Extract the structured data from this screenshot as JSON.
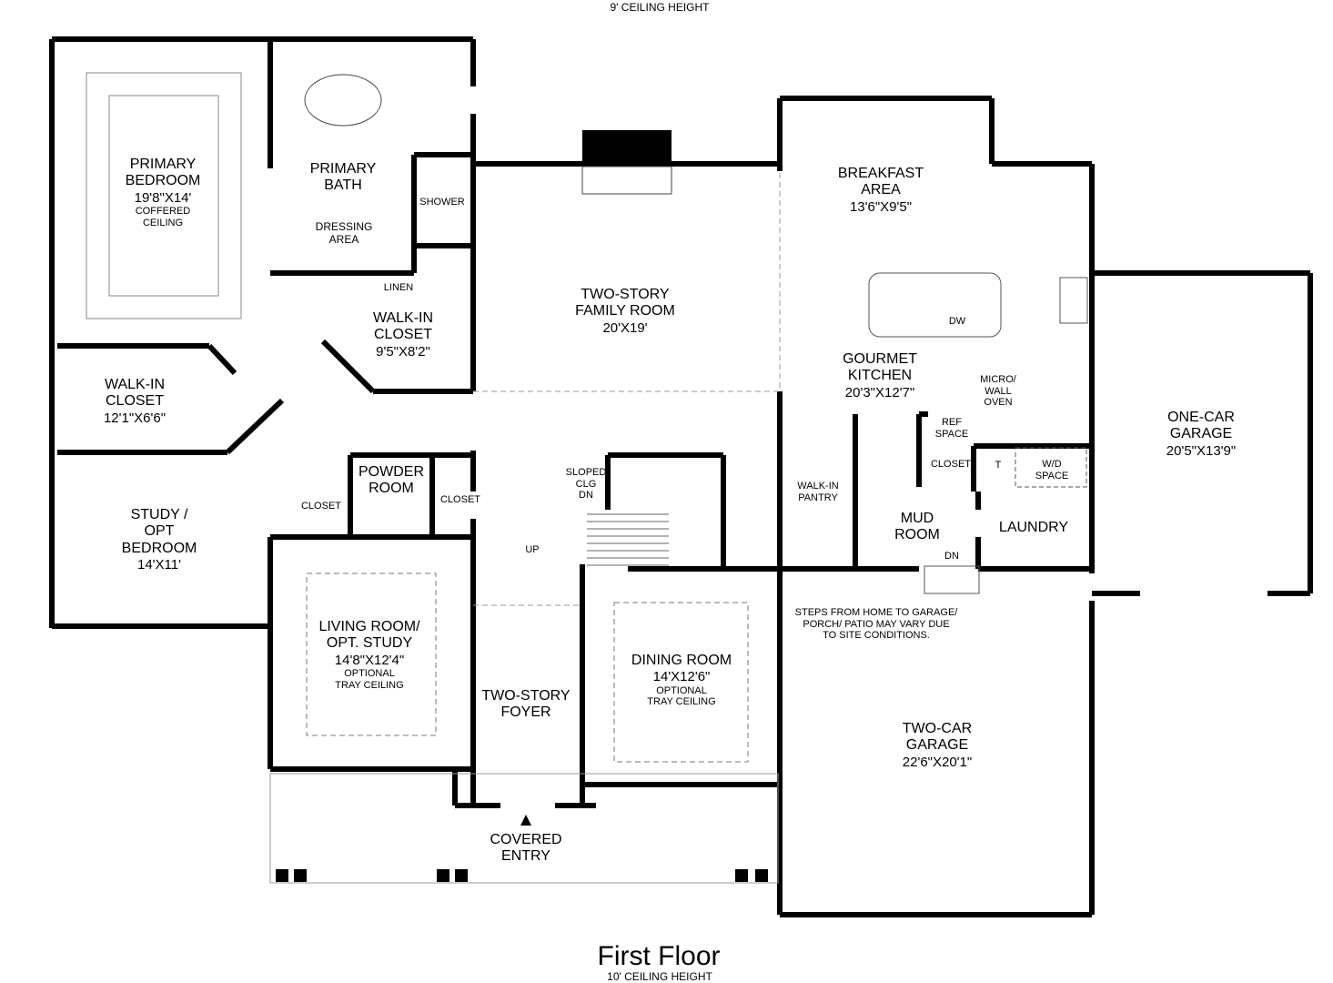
{
  "header_cut": "9' CEILING HEIGHT",
  "title": "First Floor",
  "subtitle": "10' CEILING HEIGHT",
  "rooms": [
    {
      "name": "PRIMARY\nBEDROOM",
      "dim": "19'8\"X14'",
      "note": "COFFERED\nCEILING"
    },
    {
      "name": "PRIMARY\nBATH",
      "dim": "",
      "note": ""
    },
    {
      "name": "SHOWER",
      "dim": "",
      "note": ""
    },
    {
      "name": "DRESSING\nAREA",
      "dim": "",
      "note": ""
    },
    {
      "name": "LINEN",
      "dim": "",
      "note": ""
    },
    {
      "name": "WALK-IN\nCLOSET",
      "dim": "9'5\"X8'2\"",
      "note": ""
    },
    {
      "name": "WALK-IN\nCLOSET",
      "dim": "12'1\"X6'6\"",
      "note": ""
    },
    {
      "name": "STUDY /\nOPT\nBEDROOM",
      "dim": "14'X11'",
      "note": ""
    },
    {
      "name": "CLOSET",
      "dim": "",
      "note": ""
    },
    {
      "name": "POWDER\nROOM",
      "dim": "",
      "note": ""
    },
    {
      "name": "CLOSET",
      "dim": "",
      "note": ""
    },
    {
      "name": "TWO-STORY\nFAMILY ROOM",
      "dim": "20'X19'",
      "note": ""
    },
    {
      "name": "BREAKFAST\nAREA",
      "dim": "13'6\"X9'5\"",
      "note": ""
    },
    {
      "name": "GOURMET\nKITCHEN",
      "dim": "20'3\"X12'7\"",
      "note": ""
    },
    {
      "name": "DW",
      "dim": "",
      "note": ""
    },
    {
      "name": "MICRO/\nWALL\nOVEN",
      "dim": "",
      "note": ""
    },
    {
      "name": "REF\nSPACE",
      "dim": "",
      "note": ""
    },
    {
      "name": "CLOSET",
      "dim": "",
      "note": ""
    },
    {
      "name": "T",
      "dim": "",
      "note": ""
    },
    {
      "name": "W/D\nSPACE",
      "dim": "",
      "note": ""
    },
    {
      "name": "WALK-IN\nPANTRY",
      "dim": "",
      "note": ""
    },
    {
      "name": "MUD\nROOM",
      "dim": "",
      "note": ""
    },
    {
      "name": "LAUNDRY",
      "dim": "",
      "note": ""
    },
    {
      "name": "DN",
      "dim": "",
      "note": ""
    },
    {
      "name": "ONE-CAR\nGARAGE",
      "dim": "20'5\"X13'9\"",
      "note": ""
    },
    {
      "name": "SLOPED\nCLG\nDN",
      "dim": "",
      "note": ""
    },
    {
      "name": "UP",
      "dim": "",
      "note": ""
    },
    {
      "name": "LIVING ROOM/\nOPT. STUDY",
      "dim": "14'8\"X12'4\"",
      "note": "OPTIONAL\nTRAY CEILING"
    },
    {
      "name": "TWO-STORY\nFOYER",
      "dim": "",
      "note": ""
    },
    {
      "name": "DINING ROOM",
      "dim": "14'X12'6\"",
      "note": "OPTIONAL\nTRAY CEILING"
    },
    {
      "name": "STEPS FROM HOME TO GARAGE/\nPORCH/ PATIO MAY VARY DUE\nTO SITE CONDITIONS.",
      "dim": "",
      "note": ""
    },
    {
      "name": "TWO-CAR\nGARAGE",
      "dim": "22'6\"X20'1\"",
      "note": ""
    },
    {
      "name": "COVERED\nENTRY",
      "dim": "",
      "note": ""
    }
  ]
}
